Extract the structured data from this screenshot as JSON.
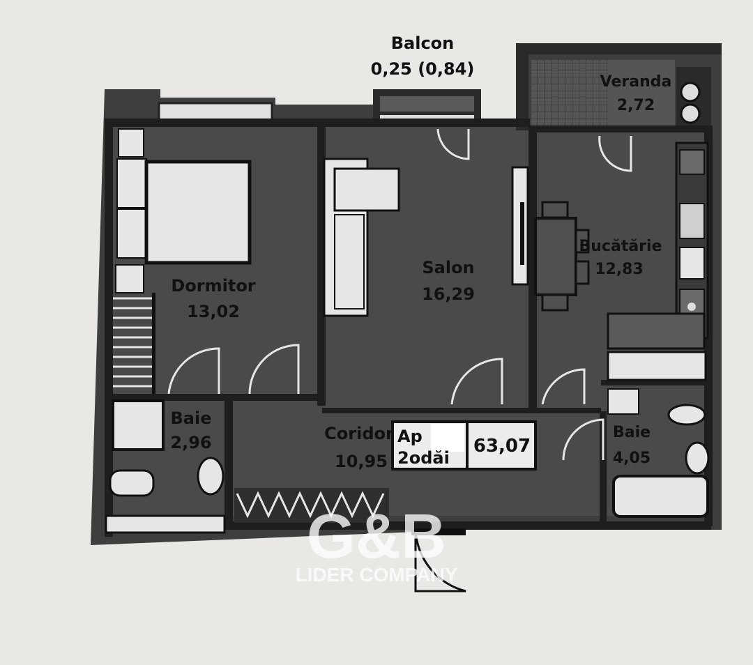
{
  "rooms": {
    "balcon": {
      "name": "Balcon",
      "area": "0,25 (0,84)"
    },
    "veranda": {
      "name": "Veranda",
      "area": "2,72"
    },
    "dormitor": {
      "name": "Dormitor",
      "area": "13,02"
    },
    "salon": {
      "name": "Salon",
      "area": "16,29"
    },
    "bucatarie": {
      "name": "Bucătărie",
      "area": "12,83"
    },
    "baie1": {
      "name": "Baie",
      "area": "2,96"
    },
    "coridor": {
      "name": "Coridor",
      "area": "10,95"
    },
    "baie2": {
      "name": "Baie",
      "area": "4,05"
    }
  },
  "summary": {
    "line1": "Ap",
    "line2": "2odăi",
    "total": "63,07"
  },
  "watermark": {
    "mark": "G&B",
    "company": "LIDER COMPANY"
  },
  "colors": {
    "paper": "#e9e8e4",
    "floor": "#4a4a4a",
    "wall": "#1e1e1e",
    "fixture": "#e6e6e6",
    "label_bg": "#ececec"
  }
}
